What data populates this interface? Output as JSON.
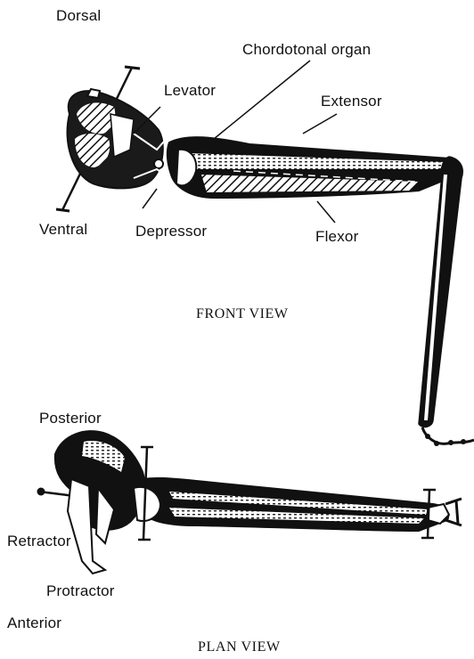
{
  "front_view": {
    "caption": "FRONT VIEW",
    "labels": {
      "dorsal": "Dorsal",
      "ventral": "Ventral",
      "levator": "Levator",
      "depressor": "Depressor",
      "chordotonal": "Chordotonal organ",
      "extensor": "Extensor",
      "flexor": "Flexor"
    }
  },
  "plan_view": {
    "caption": "PLAN VIEW",
    "labels": {
      "posterior": "Posterior",
      "anterior": "Anterior",
      "retractor": "Retractor",
      "protractor": "Protractor"
    }
  },
  "colors": {
    "ink": "#111111",
    "paper": "#ffffff"
  }
}
